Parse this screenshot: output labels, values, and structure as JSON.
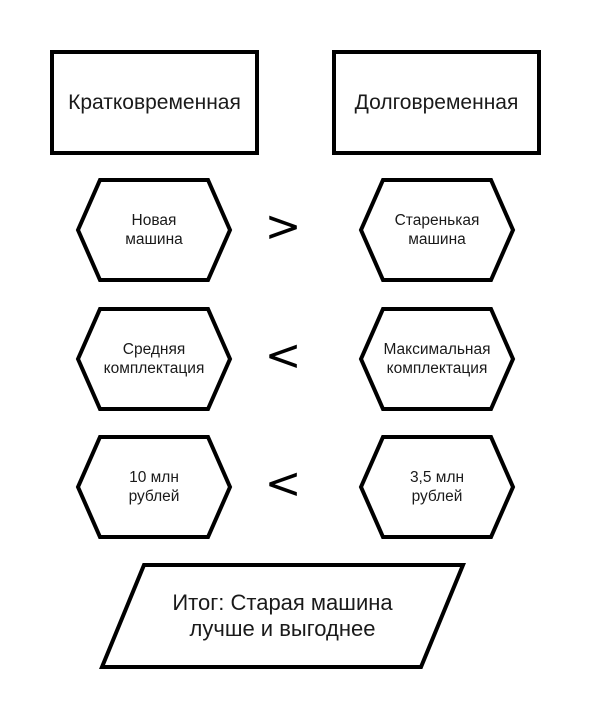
{
  "headers": {
    "left": "Кратковременная",
    "right": "Долговременная"
  },
  "rows": [
    {
      "left": "Новая\nмашина",
      "operator": ">",
      "right": "Старенькая\nмашина"
    },
    {
      "left": "Средняя\nкомплектация",
      "operator": "<",
      "right": "Максимальная\nкомплектация"
    },
    {
      "left": "10 млн\nрублей",
      "operator": "<",
      "right": "3,5 млн\nрублей"
    }
  ],
  "conclusion": "Итог: Старая машина\nлучше и выгоднее"
}
